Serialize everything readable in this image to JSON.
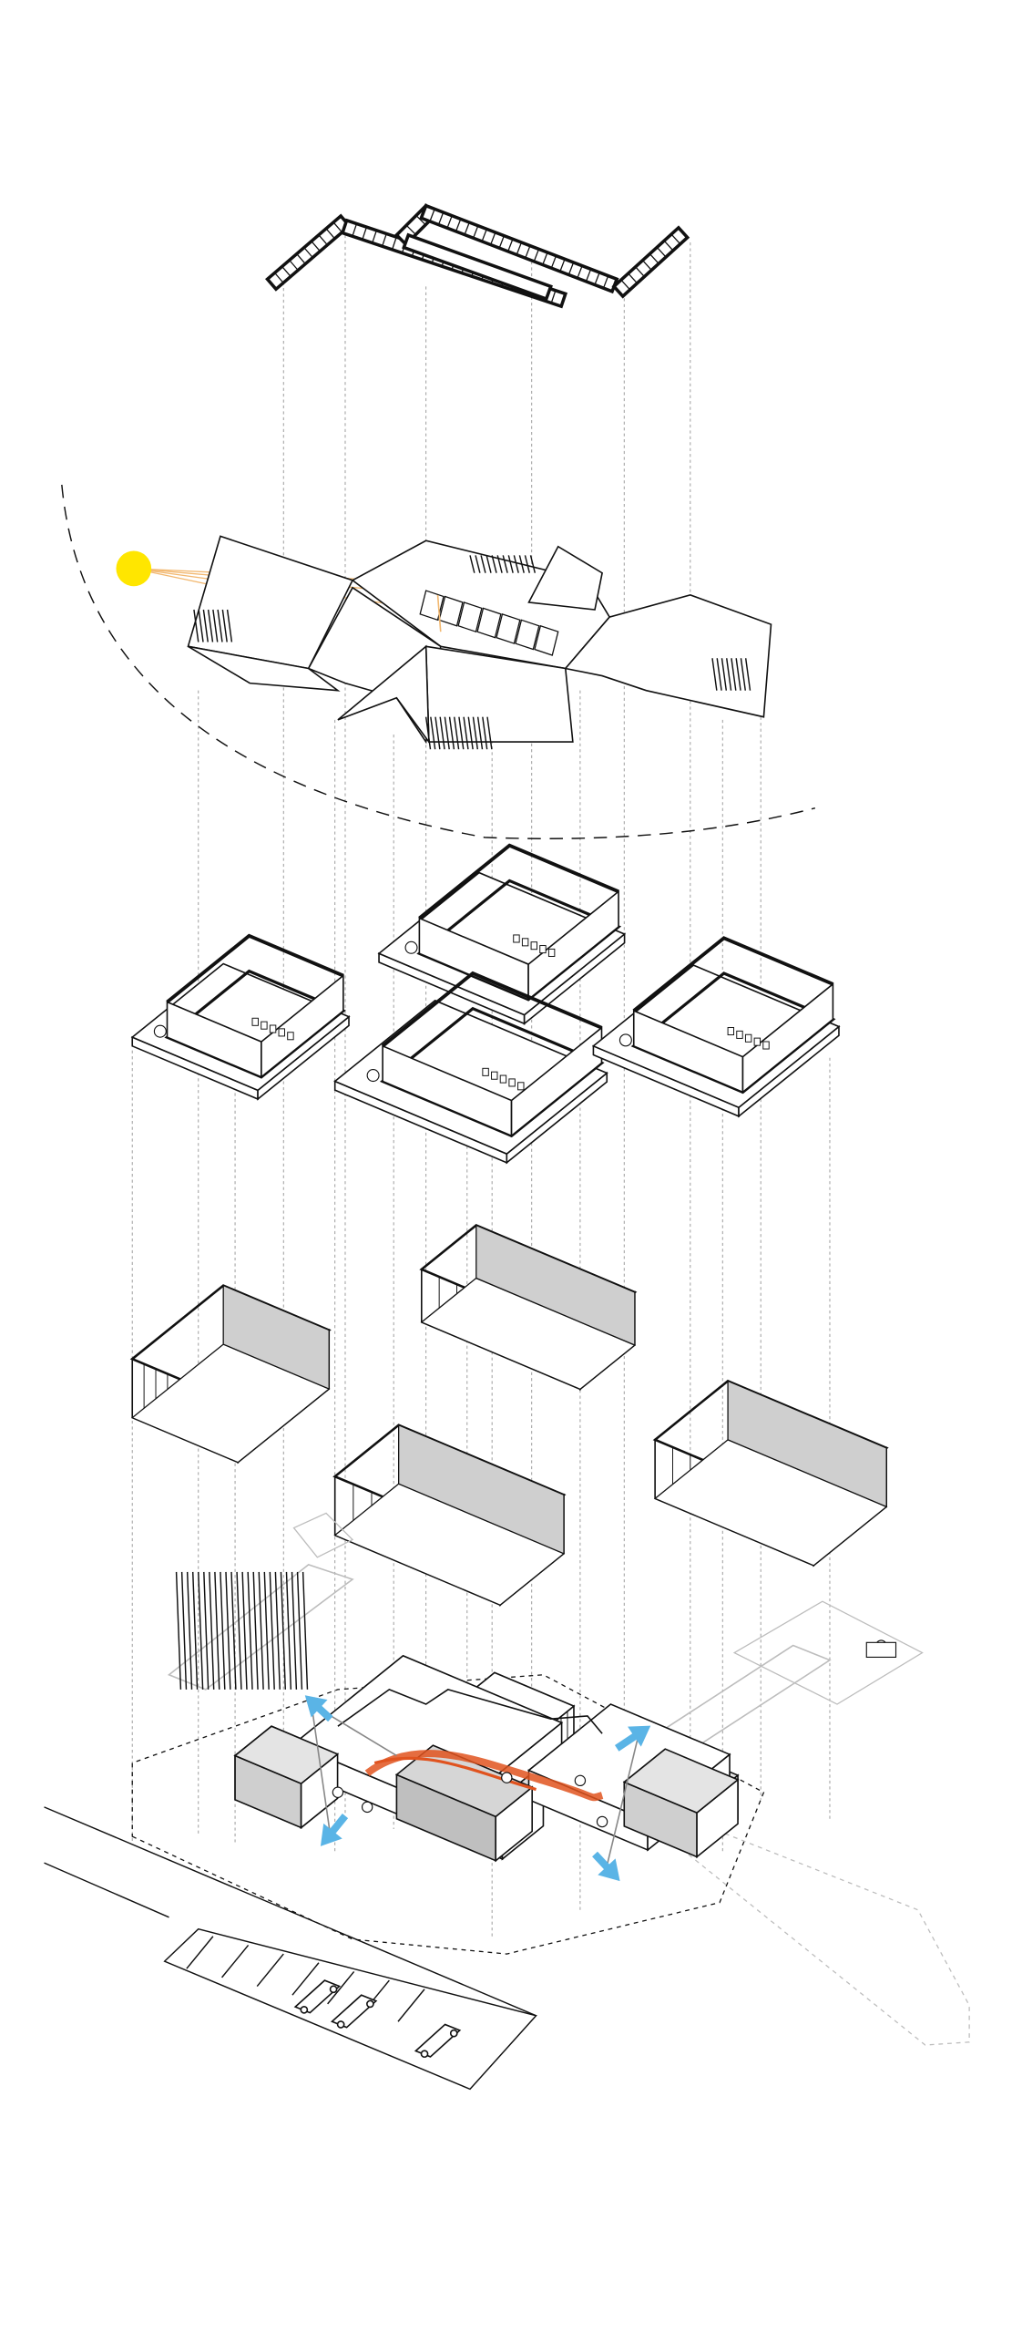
{
  "diagram": {
    "layers": [
      "solar-panels",
      "roof",
      "upper-floor-plans",
      "wall-modules",
      "ground-floor-site"
    ],
    "colors": {
      "line": "#111111",
      "guide": "#9a9a9a",
      "sun": "#ffe600",
      "sunray": "#f2b870",
      "circulation": "#e0531f",
      "airflow": "#5ab4e6",
      "shade": "#cfcfcf",
      "hatch": "#bdbdbd"
    }
  }
}
